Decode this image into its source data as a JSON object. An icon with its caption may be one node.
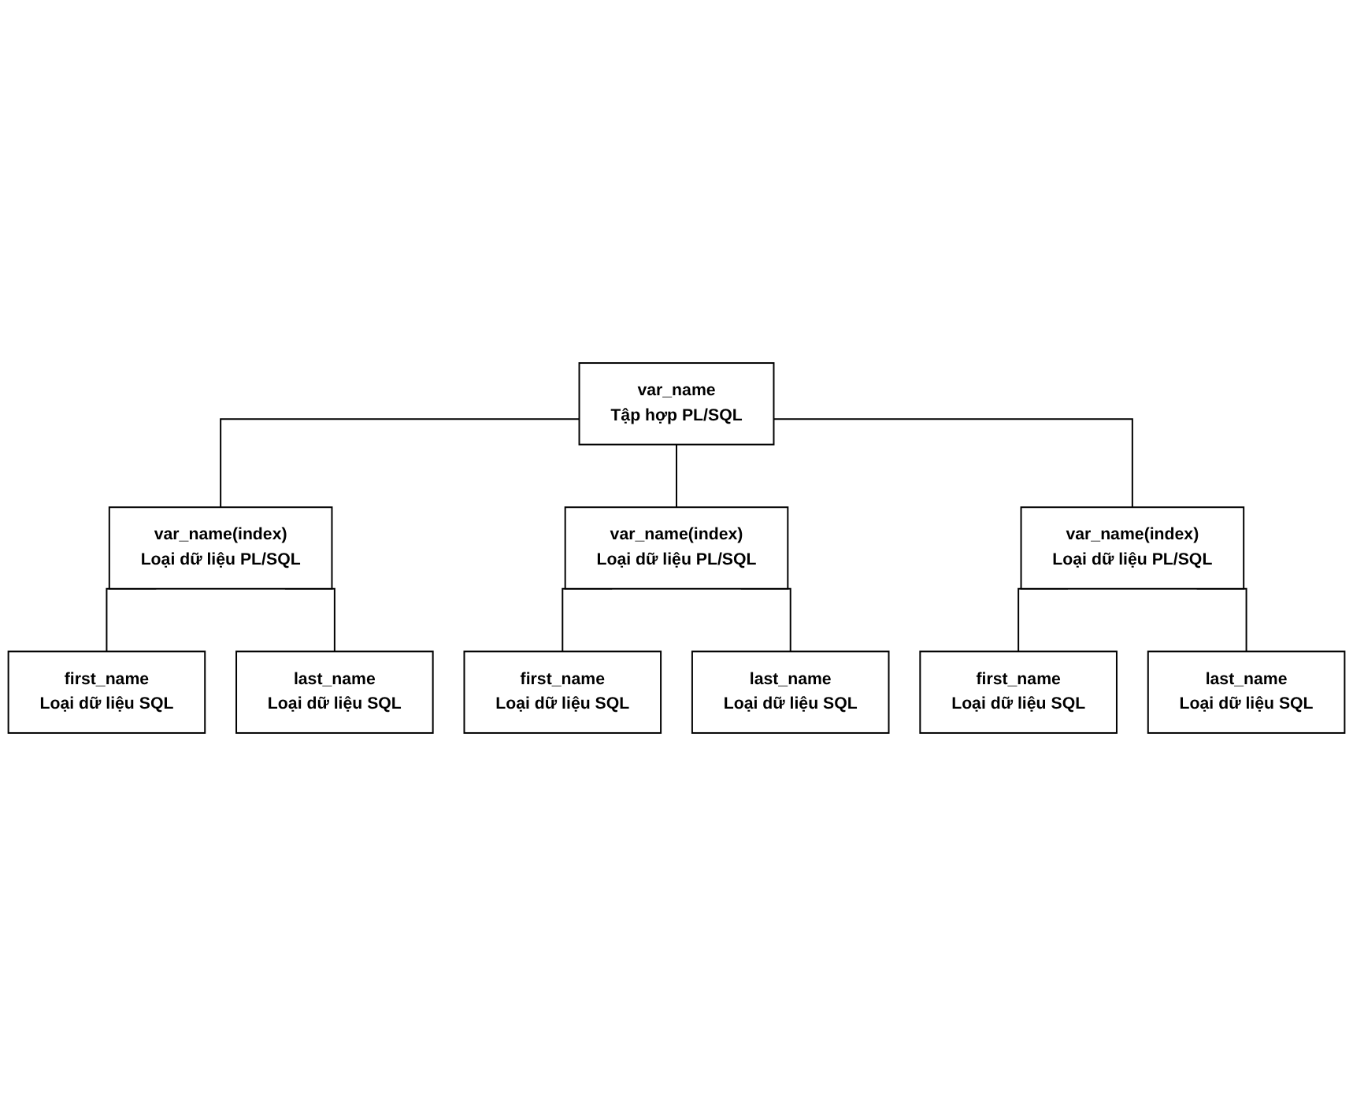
{
  "diagram": {
    "nodes": [
      {
        "text": [
          "var_name",
          "Tập hợp PL/SQL"
        ]
      },
      {
        "text": [
          "var_name(index)",
          "Loại dữ liệu PL/SQL"
        ]
      },
      {
        "text": [
          "var_name(index)",
          "Loại dữ liệu PL/SQL"
        ]
      },
      {
        "text": [
          "var_name(index)",
          "Loại dữ liệu PL/SQL"
        ]
      },
      {
        "text": [
          "first_name",
          "Loại dữ liệu SQL"
        ]
      },
      {
        "text": [
          "first_name",
          "Loại dữ liệu SQL"
        ]
      },
      {
        "text": [
          "first_name",
          "Loại dữ liệu SQL"
        ]
      },
      {
        "text": [
          "last_name",
          "Loại dữ liệu SQL"
        ]
      },
      {
        "text": [
          "last_name",
          "Loại dữ liệu SQL"
        ]
      },
      {
        "text": [
          "last_name",
          "Loại dữ liệu SQL"
        ]
      }
    ],
    "edges": [
      {
        "from": 0,
        "to": 1,
        "arrow": "none"
      },
      {
        "from": 0,
        "to": 2,
        "arrow": "none"
      },
      {
        "from": 0,
        "to": 3,
        "arrow": "none"
      },
      {
        "from": 1,
        "to": 4,
        "arrow": "none"
      },
      {
        "from": 1,
        "to": 7,
        "arrow": "none"
      },
      {
        "from": 2,
        "to": 5,
        "arrow": "none"
      },
      {
        "from": 2,
        "to": 8,
        "arrow": "none"
      },
      {
        "from": 3,
        "to": 6,
        "arrow": "none"
      },
      {
        "from": 3,
        "to": 9,
        "arrow": "none"
      }
    ]
  }
}
